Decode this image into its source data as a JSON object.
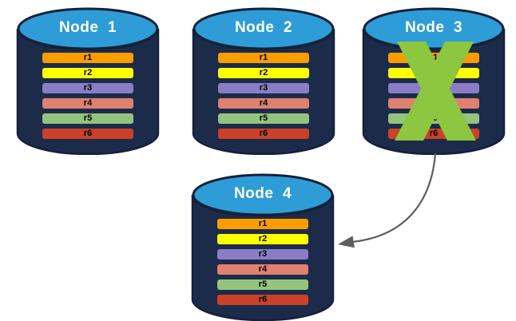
{
  "diagram": {
    "nodes": [
      {
        "title": "Node  1",
        "failed": false,
        "rows": [
          "r1",
          "r2",
          "r3",
          "r4",
          "r5",
          "r6"
        ]
      },
      {
        "title": "Node  2",
        "failed": false,
        "rows": [
          "r1",
          "r2",
          "r3",
          "r4",
          "r5",
          "r6"
        ]
      },
      {
        "title": "Node  3",
        "failed": true,
        "rows": [
          "r1",
          "r2",
          "r3",
          "r4",
          "r5",
          "r6"
        ]
      },
      {
        "title": "Node  4",
        "failed": false,
        "rows": [
          "r1",
          "r2",
          "r3",
          "r4",
          "r5",
          "r6"
        ]
      }
    ],
    "row_colors": [
      "#FB9D00",
      "#FFFF00",
      "#8A7DC6",
      "#DF8170",
      "#92C47D",
      "#CA4127"
    ],
    "colors": {
      "cylinder_body": "#1C2B4A",
      "cylinder_top": "#2E9CD6",
      "cylinder_outline": "#14213A",
      "failure_x": "#8DC63F",
      "arrow": "#5E5E5E",
      "title_text": "#FFFFFF",
      "row_text": "#000000",
      "background": "#FFFFFF"
    }
  }
}
